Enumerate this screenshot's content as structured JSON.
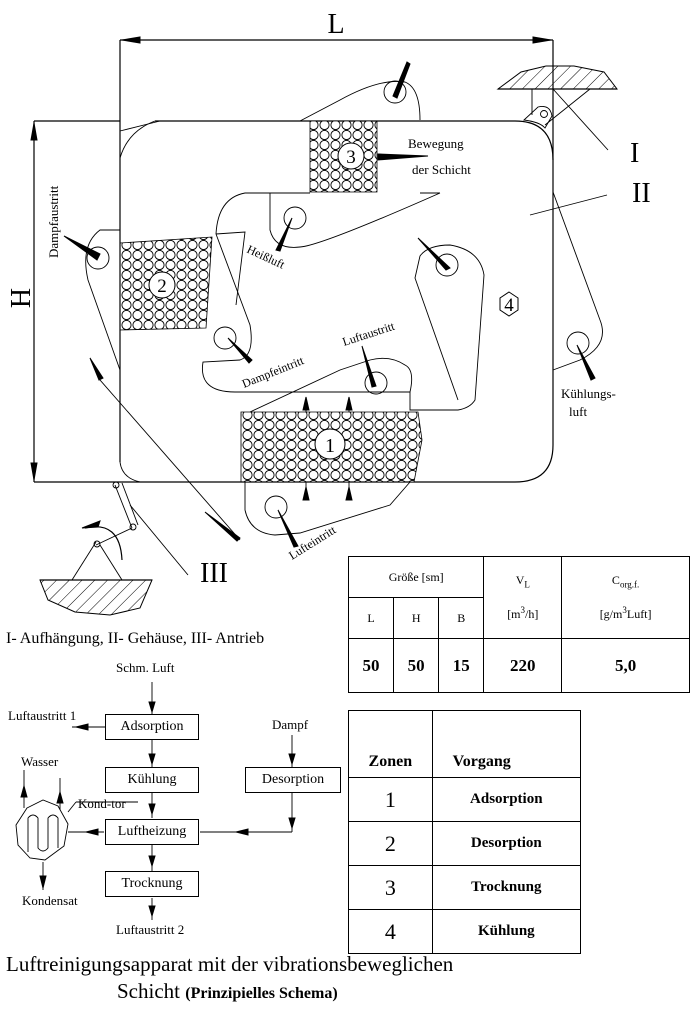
{
  "diagram": {
    "dimension_labels": {
      "width": "L",
      "height": "H"
    },
    "roman_labels": {
      "suspension": "I",
      "housing": "II",
      "drive": "III"
    },
    "zone_markers": [
      "1",
      "2",
      "3",
      "4"
    ],
    "annotations": {
      "layer_motion_line1": "Bewegung",
      "layer_motion_line2": "der Schicht",
      "steam_outlet": "Dampfaustritt",
      "hot_air": "Heißluft",
      "steam_inlet": "Dampfeintritt",
      "air_outlet": "Luftaustritt",
      "cooling_air_line1": "Kühlungs-",
      "cooling_air_line2": "luft",
      "air_inlet": "Lufteintritt"
    },
    "legend": "I- Aufhängung,  II- Gehäuse,  III- Antrieb"
  },
  "spec_table": {
    "group_header": "Größe  [sm]",
    "columns": [
      "L",
      "H",
      "B"
    ],
    "vl_header": "V",
    "vl_sub": "L",
    "vl_unit_pre": "[m",
    "vl_unit_sup": "3",
    "vl_unit_post": "/h]",
    "c_header": "C",
    "c_sub": "org.f.",
    "c_unit_pre": "[g/m",
    "c_unit_sup": "3",
    "c_unit_post": "Luft]",
    "values": [
      "50",
      "50",
      "15",
      "220",
      "5,0"
    ]
  },
  "flow_diagram": {
    "input": "Schm.  Luft",
    "outlet1": "Luftaustritt 1",
    "steam": "Dampf",
    "water": "Wasser",
    "condenser": "Kond-tor",
    "condensate": "Kondensat",
    "outlet2": "Luftaustritt 2",
    "boxes": {
      "adsorption": "Adsorption",
      "cooling": "Kühlung",
      "desorption": "Desorption",
      "heating": "Luftheizung",
      "drying": "Trocknung"
    }
  },
  "zone_table": {
    "headers": [
      "Zonen",
      "Vorgang"
    ],
    "rows": [
      {
        "zone": "1",
        "process": "Adsorption"
      },
      {
        "zone": "2",
        "process": "Desorption"
      },
      {
        "zone": "3",
        "process": "Trocknung"
      },
      {
        "zone": "4",
        "process": "Kühlung"
      }
    ]
  },
  "caption": {
    "line1": "Luftreinigungsapparat mit der vibrationsbeweglichen",
    "line2": "Schicht",
    "line2_small": "(Prinzipielles Schema)"
  }
}
